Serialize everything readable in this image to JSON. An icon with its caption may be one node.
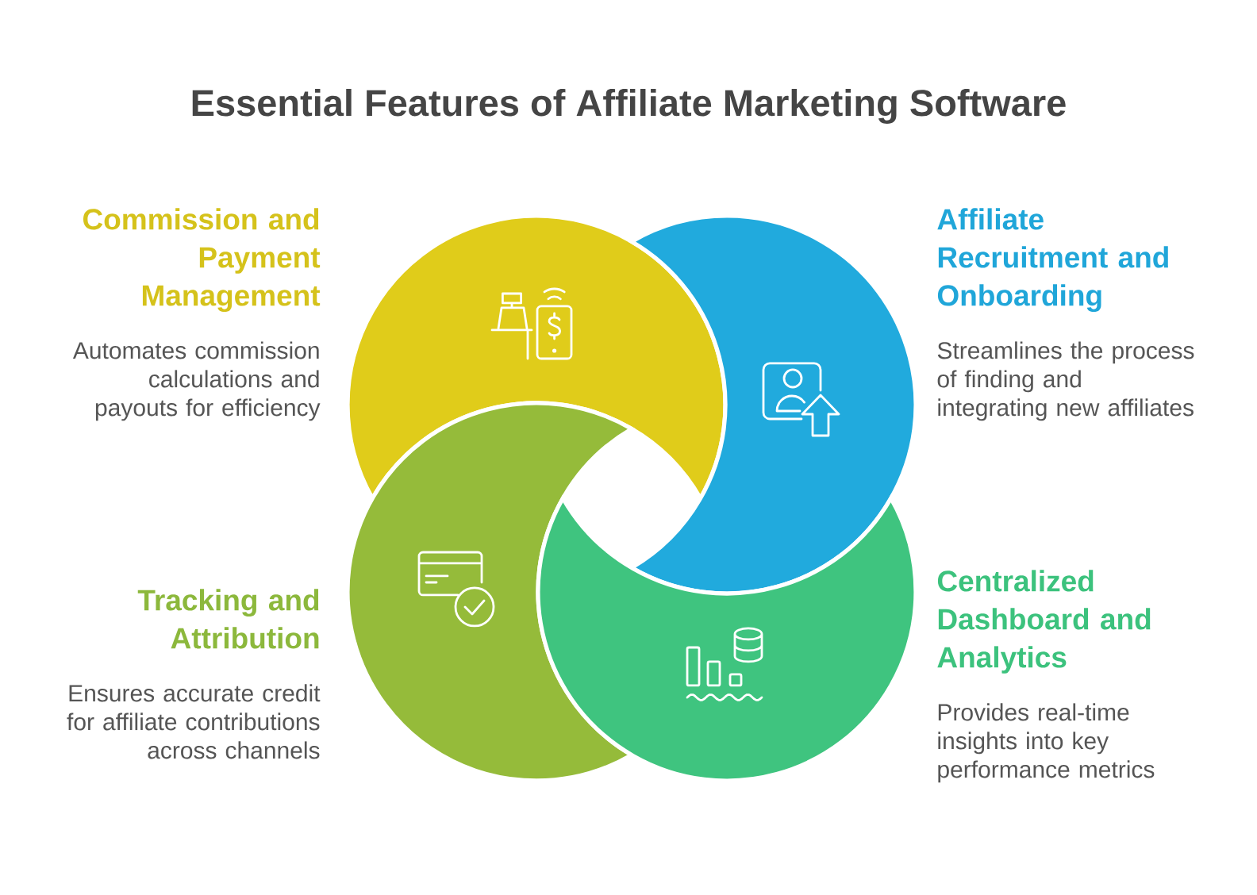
{
  "diagram": {
    "title": "Essential Features of Affiliate Marketing Software",
    "nodes": [
      {
        "text": [
          "Commission and Payment Management",
          "Automates commission calculations and payouts for efficiency"
        ]
      },
      {
        "text": [
          "Affiliate Recruitment and Onboarding",
          "Streamlines the process of finding and integrating new affiliates"
        ]
      },
      {
        "text": [
          "Tracking and Attribution",
          "Ensures accurate credit for affiliate contributions across channels"
        ]
      },
      {
        "text": [
          "Centralized Dashboard and Analytics",
          "Provides real-time insights into key performance metrics"
        ]
      }
    ]
  }
}
